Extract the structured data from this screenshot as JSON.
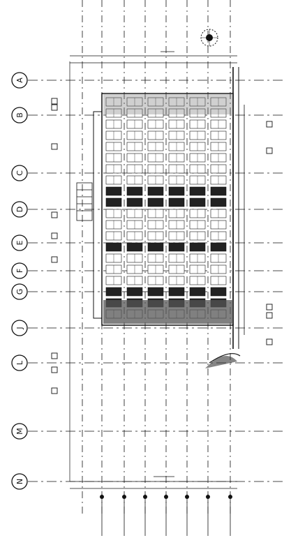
{
  "drawing": {
    "type": "architectural elevation (rotated)",
    "grid_labels": [
      "A",
      "B",
      "C",
      "D",
      "E",
      "F",
      "G",
      "J",
      "L",
      "M",
      "N"
    ],
    "colors": {
      "ink": "#111111",
      "paper": "#ffffff",
      "hatch": "#555555"
    }
  }
}
